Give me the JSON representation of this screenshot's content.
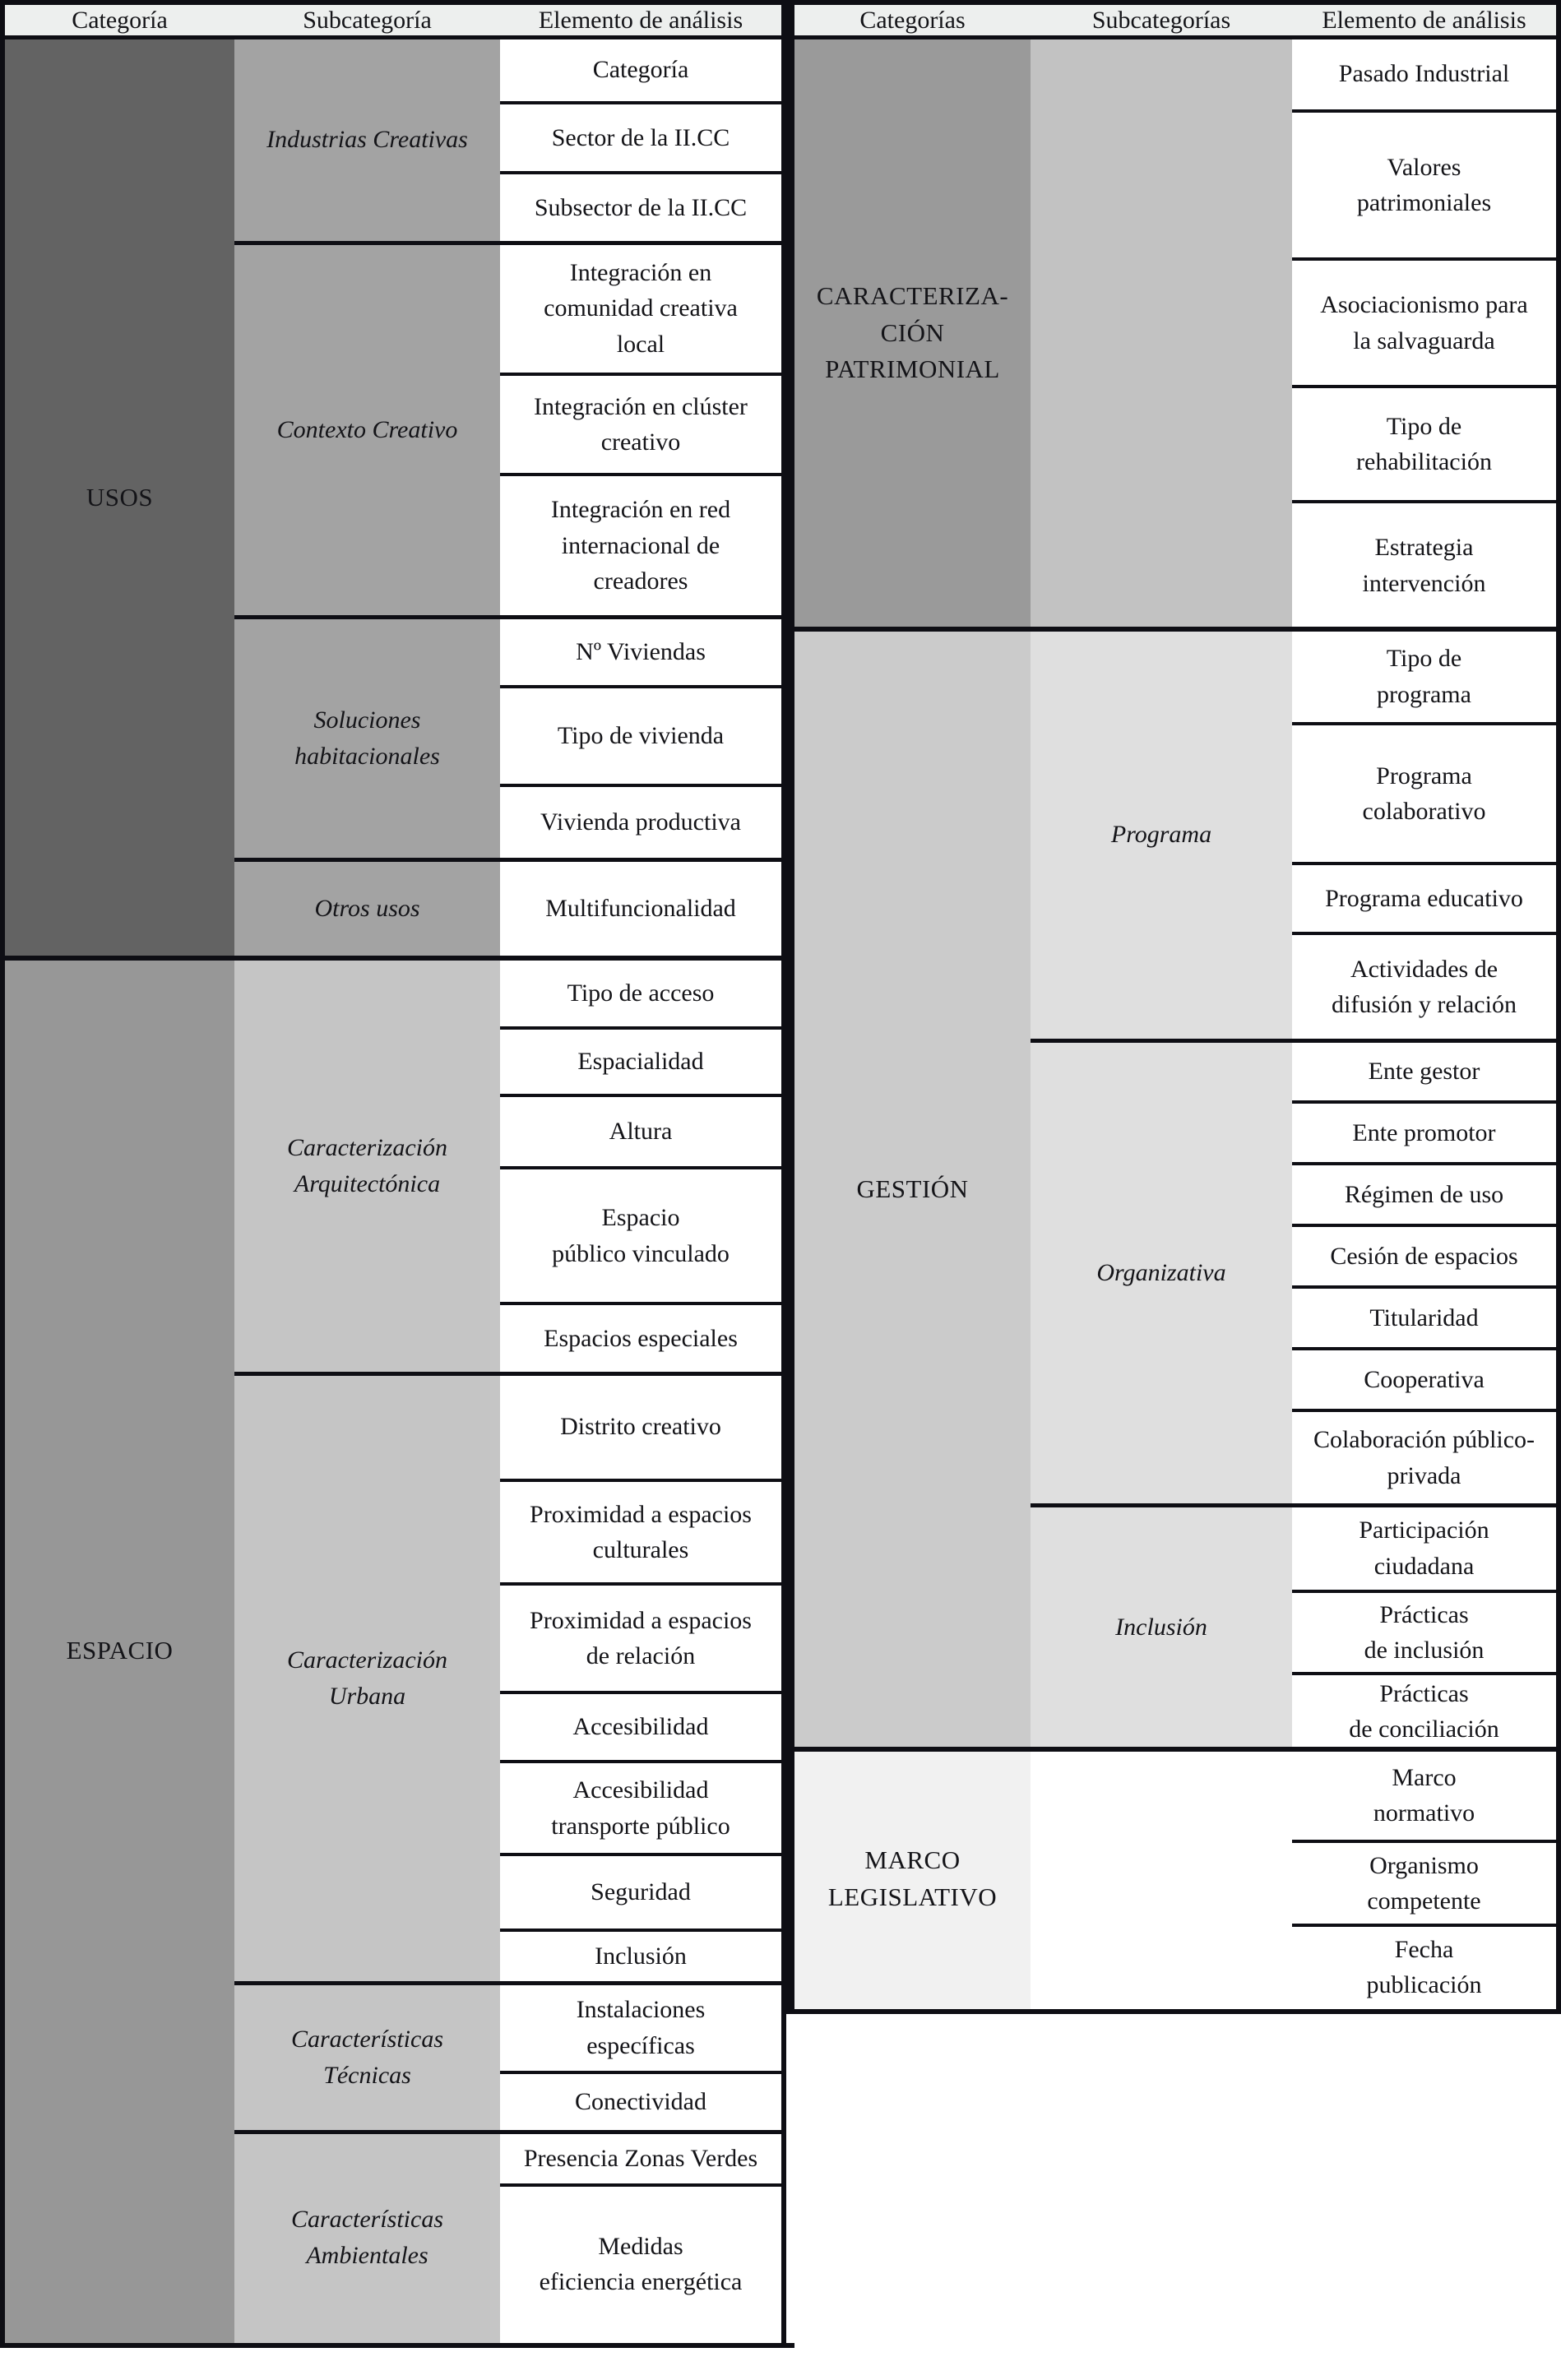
{
  "colors": {
    "header_bg": "#edefee",
    "line": "#0e0e14",
    "usos_category": "#636363",
    "usos_subcategory": "#a3a3a3",
    "espacio_category": "#979797",
    "espacio_subcategory": "#c5c5c5",
    "patrimonial_category": "#9a9a9a",
    "patrimonial_subcategory": "#c2c2c2",
    "gestion_category": "#cbcbcb",
    "gestion_subcategory": "#dfdfdf",
    "marco_category": "#f1f1f1",
    "marco_subcategory": "#ffffff"
  },
  "left": {
    "headers": [
      "Categoría",
      "Subcategoría",
      "Elemento de análisis"
    ],
    "sections": [
      {
        "category": "USOS",
        "subsections": [
          {
            "label": "Industrias Creativas",
            "elements": [
              "Categoría",
              "Sector de la II.CC",
              "Subsector de la II.CC"
            ]
          },
          {
            "label": "Contexto Creativo",
            "elements": [
              "Integración en\ncomunidad creativa\nlocal",
              "Integración en clúster\ncreativo",
              "Integración en red\ninternacional de\ncreadores"
            ]
          },
          {
            "label": "Soluciones\nhabitacionales",
            "elements": [
              "Nº Viviendas",
              "Tipo de vivienda",
              "Vivienda productiva"
            ]
          },
          {
            "label": "Otros usos",
            "elements": [
              "Multifuncionalidad"
            ]
          }
        ]
      },
      {
        "category": "ESPACIO",
        "subsections": [
          {
            "label": "Caracterización\nArquitectónica",
            "elements": [
              "Tipo de acceso",
              "Espacialidad",
              "Altura",
              "Espacio\npúblico vinculado",
              "Espacios especiales"
            ]
          },
          {
            "label": "Caracterización\nUrbana",
            "elements": [
              "Distrito creativo",
              "Proximidad a espacios\nculturales",
              "Proximidad a espacios\nde relación",
              "Accesibilidad",
              "Accesibilidad\ntransporte público",
              "Seguridad",
              "Inclusión"
            ]
          },
          {
            "label": "Características\nTécnicas",
            "elements": [
              "Instalaciones\nespecíficas",
              "Conectividad"
            ]
          },
          {
            "label": "Características\nAmbientales",
            "elements": [
              "Presencia Zonas Verdes",
              "Medidas\neficiencia energética"
            ]
          }
        ]
      }
    ]
  },
  "right": {
    "headers": [
      "Categorías",
      "Subcategorías",
      "Elemento de análisis"
    ],
    "sections": [
      {
        "category": "CARACTERIZA-\nCIÓN\nPATRIMONIAL",
        "subsections": [
          {
            "label": "",
            "elements": [
              "Pasado Industrial",
              "Valores\npatrimoniales",
              "Asociacionismo para\nla salvaguarda",
              "Tipo de\nrehabilitación",
              "Estrategia\nintervención"
            ]
          }
        ]
      },
      {
        "category": "GESTIÓN",
        "subsections": [
          {
            "label": "Programa",
            "elements": [
              "Tipo de\nprograma",
              "Programa\ncolaborativo",
              "Programa educativo",
              "Actividades de\ndifusión y relación"
            ]
          },
          {
            "label": "Organizativa",
            "elements": [
              "Ente gestor",
              "Ente promotor",
              "Régimen de uso",
              "Cesión de espacios",
              "Titularidad",
              "Cooperativa",
              "Colaboración público-\nprivada"
            ]
          },
          {
            "label": "Inclusión",
            "elements": [
              "Participación\nciudadana",
              "Prácticas\nde inclusión",
              "Prácticas\nde conciliación"
            ]
          }
        ]
      },
      {
        "category": "MARCO\nLEGISLATIVO",
        "subsections": [
          {
            "label": "",
            "elements": [
              "Marco\nnormativo",
              "Organismo\ncompetente",
              "Fecha\npublicación"
            ]
          }
        ]
      }
    ]
  }
}
